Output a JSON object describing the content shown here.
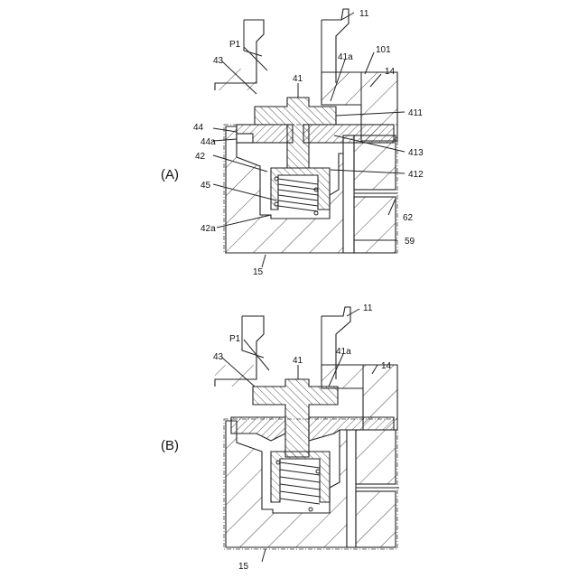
{
  "figures": [
    {
      "id": "A",
      "label": "(A)",
      "callouts": {
        "c11": "11",
        "cP1": "P1",
        "c101": "101",
        "c43": "43",
        "c41a": "41a",
        "c41": "41",
        "c14": "14",
        "c411": "411",
        "c44": "44",
        "c44a": "44a",
        "c413": "413",
        "c42": "42",
        "c412": "412",
        "c45": "45",
        "c62": "62",
        "c42a": "42a",
        "c59": "59",
        "c15": "15"
      }
    },
    {
      "id": "B",
      "label": "(B)",
      "callouts": {
        "c11": "11",
        "cP1": "P1",
        "c43": "43",
        "c41": "41",
        "c41a": "41a",
        "c14": "14",
        "c15": "15"
      }
    }
  ],
  "colors": {
    "line": "#222222",
    "hatch": "#333333",
    "background": "#ffffff"
  }
}
